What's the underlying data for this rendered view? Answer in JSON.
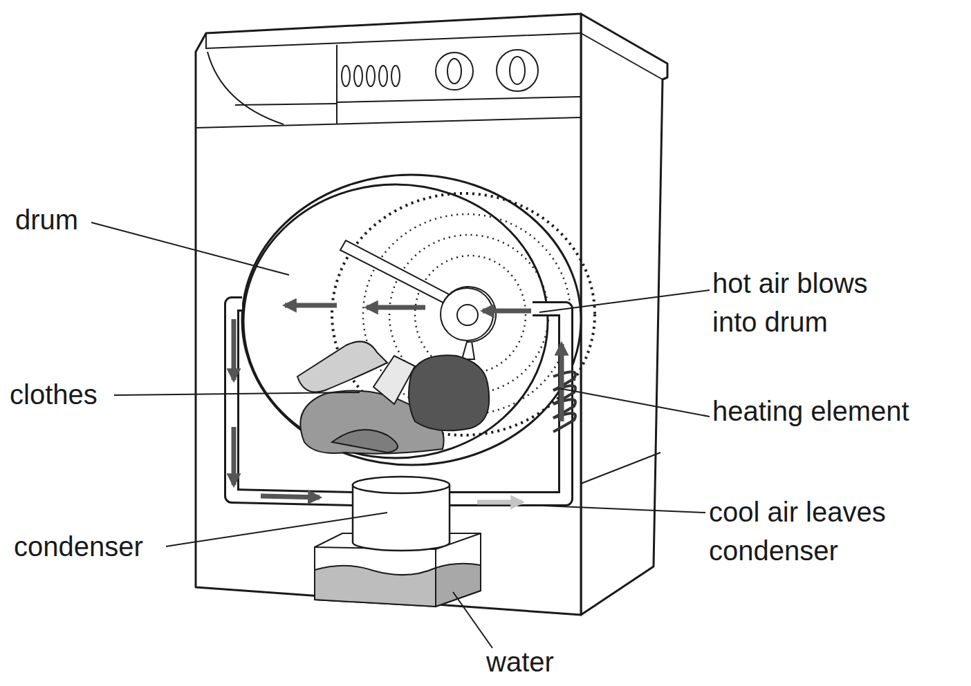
{
  "diagram": {
    "labels": [
      "drum",
      "clothes",
      "condenser",
      "water",
      "hot air blows into drum",
      "heating element",
      "cool air leaves condenser"
    ]
  }
}
